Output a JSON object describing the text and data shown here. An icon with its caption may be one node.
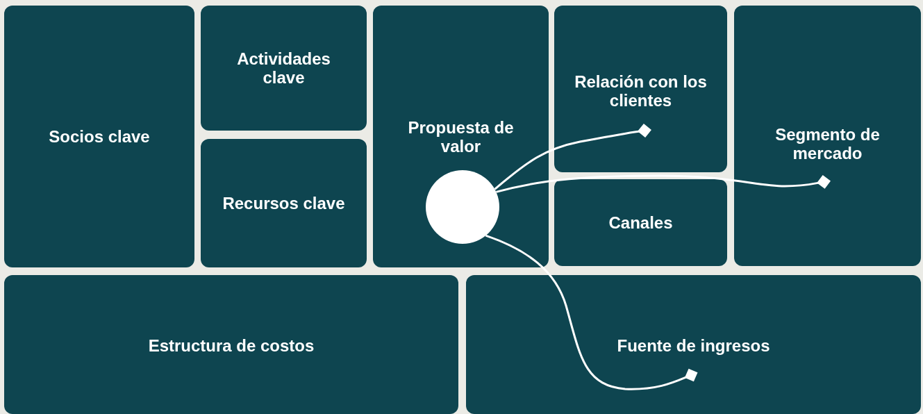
{
  "diagram": {
    "nodes": [
      {
        "text": [
          "Socios clave"
        ]
      },
      {
        "text": [
          "Actividades clave"
        ]
      },
      {
        "text": [
          "Recursos clave"
        ]
      },
      {
        "text": [
          "Propuesta de valor"
        ]
      },
      {
        "text": [],
        "shape": "circle",
        "in": 3
      },
      {
        "text": [
          "Relación con los clientes"
        ]
      },
      {
        "text": [
          "Canales"
        ]
      },
      {
        "text": [
          "Segmento de mercado"
        ]
      },
      {
        "text": [
          "Estructura de costos"
        ]
      },
      {
        "text": [
          "Fuente de ingresos"
        ]
      }
    ],
    "edges": [
      {
        "from": 4,
        "to": 5,
        "arrow": "other"
      },
      {
        "from": 4,
        "to": 7,
        "arrow": "other"
      },
      {
        "from": 4,
        "to": 9,
        "arrow": "other"
      }
    ]
  }
}
